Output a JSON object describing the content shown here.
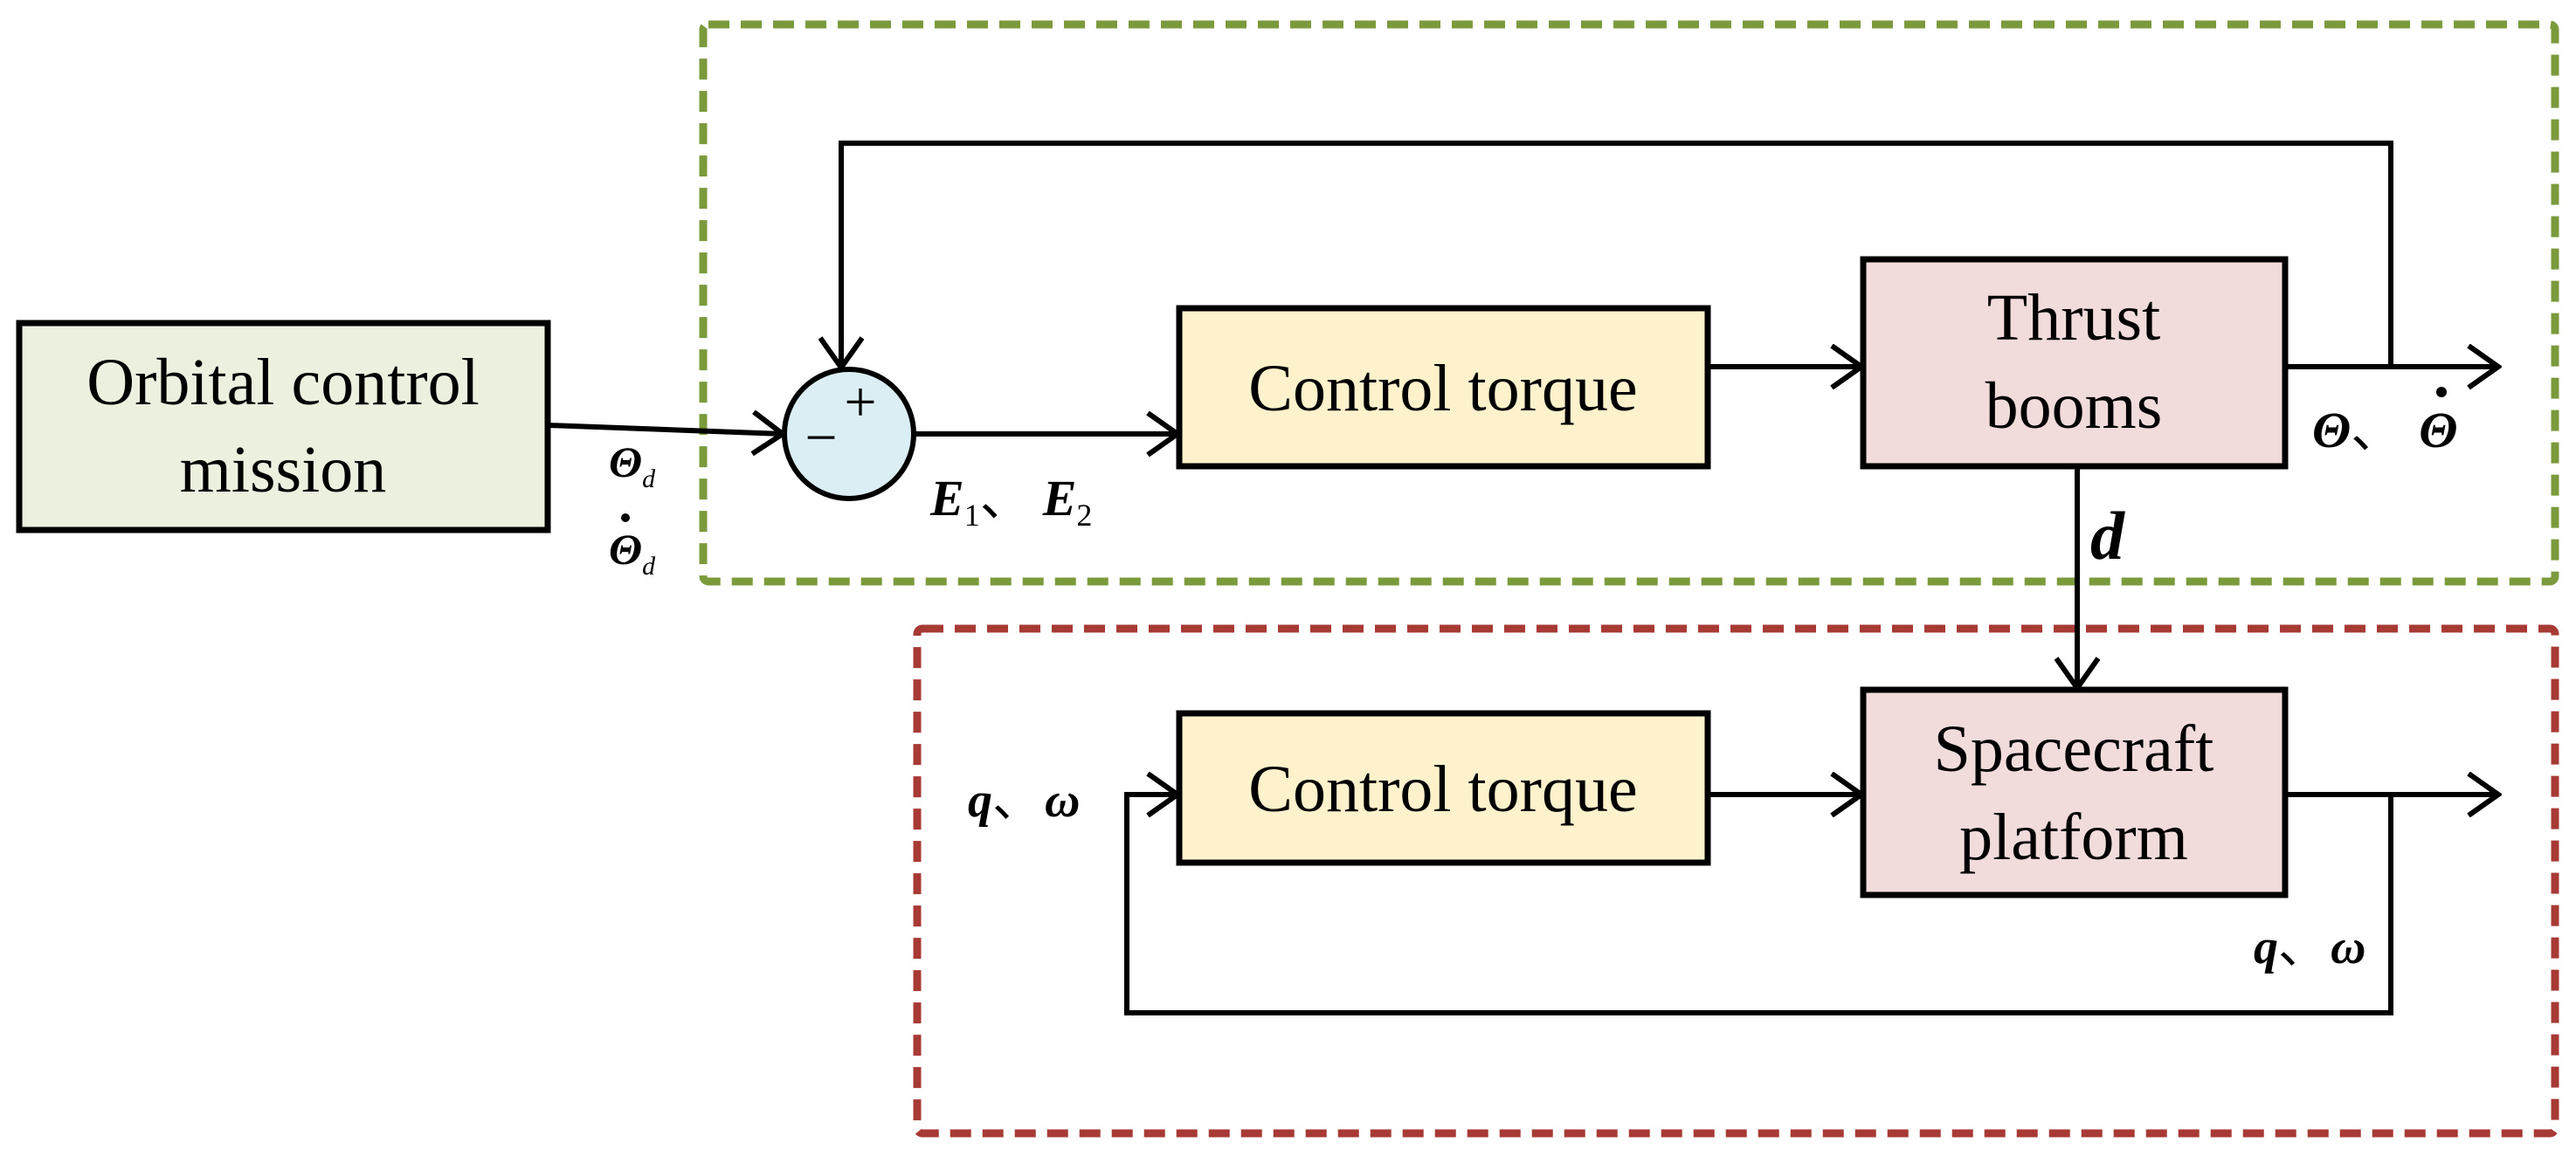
{
  "colors": {
    "upper_loop_border": "#7b9a3c",
    "lower_loop_border": "#a83a36",
    "mission_fill": "#ebf1de",
    "torque_fill": "#fef2cc",
    "booms_fill": "#f2dcdb",
    "sum_fill": "#dbeef4",
    "line": "#000000"
  },
  "blocks": {
    "mission": {
      "line1": "Orbital control",
      "line2": "mission"
    },
    "upper_torque": {
      "label": "Control torque"
    },
    "thrust_booms": {
      "line1": "Thrust",
      "line2": "booms"
    },
    "lower_torque": {
      "label": "Control torque"
    },
    "spacecraft": {
      "line1": "Spacecraft",
      "line2": "platform"
    }
  },
  "summing_junction": {
    "plus": "+",
    "minus": "−"
  },
  "signals": {
    "theta": "Θ",
    "sub_d": "d",
    "sep": "、",
    "e": "E",
    "sub_1": "1",
    "sub_2": "2",
    "disturbance": "d",
    "q": "q",
    "omega": "ω"
  }
}
